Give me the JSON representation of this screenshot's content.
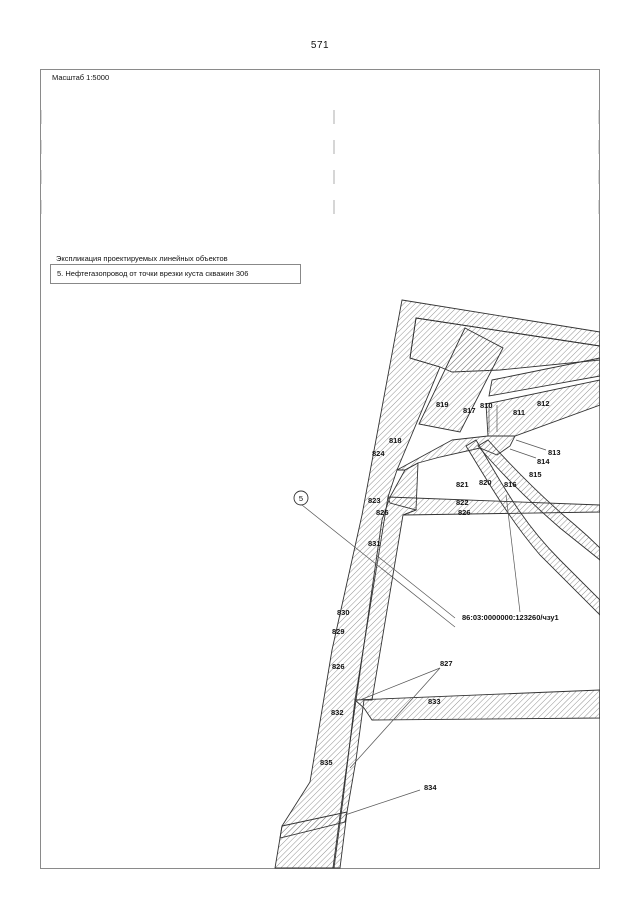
{
  "page_number": "571",
  "scale_label": "Масштаб 1:5000",
  "legend": {
    "title": "Экспликация проектируемых линейных объектов",
    "items": [
      {
        "marker": "5.",
        "text": "Нефтегазопровод от точки врезки куста скважин 306"
      }
    ]
  },
  "map": {
    "callout_marker": "5",
    "cadastral_number": "86:03:0000000:123260/чзу1",
    "point_labels": {
      "p810": "810",
      "p811": "811",
      "p812": "812",
      "p813": "813",
      "p814": "814",
      "p815": "815",
      "p816": "816",
      "p817": "817",
      "p818": "818",
      "p819": "819",
      "p820": "820",
      "p821": "821",
      "p822": "822",
      "p823": "823",
      "p824": "824",
      "p825": "825",
      "p826": "826",
      "p826b": "826",
      "p827": "827",
      "p829": "829",
      "p830": "830",
      "p831": "831",
      "p832": "832",
      "p833": "833",
      "p834": "834",
      "p835": "835"
    }
  },
  "colors": {
    "frame": "#8a8a8a",
    "outline": "#333333",
    "hatch": "#777777"
  }
}
